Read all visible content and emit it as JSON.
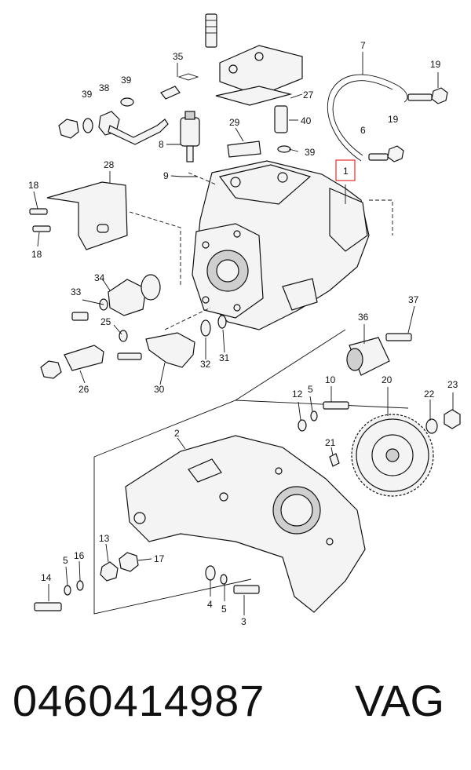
{
  "callouts": {
    "c1": "1",
    "c2": "2",
    "c3": "3",
    "c4": "4",
    "c5a": "5",
    "c5b": "5",
    "c5c": "5",
    "c6": "6",
    "c7": "7",
    "c8": "8",
    "c9": "9",
    "c10": "10",
    "c12": "12",
    "c13": "13",
    "c14": "14",
    "c16": "16",
    "c17": "17",
    "c18a": "18",
    "c18b": "18",
    "c19a": "19",
    "c19b": "19",
    "c20": "20",
    "c21": "21",
    "c22": "22",
    "c23": "23",
    "c25": "25",
    "c26": "26",
    "c27": "27",
    "c28": "28",
    "c29": "29",
    "c30": "30",
    "c31": "31",
    "c32": "32",
    "c33": "33",
    "c34": "34",
    "c35": "35",
    "c36": "36",
    "c37": "37",
    "c38": "38",
    "c39a": "39",
    "c39b": "39",
    "c39c": "39",
    "c40": "40"
  },
  "footer": {
    "part_number": "0460414987",
    "brand": "VAG"
  },
  "highlight_color": "#e0302a"
}
